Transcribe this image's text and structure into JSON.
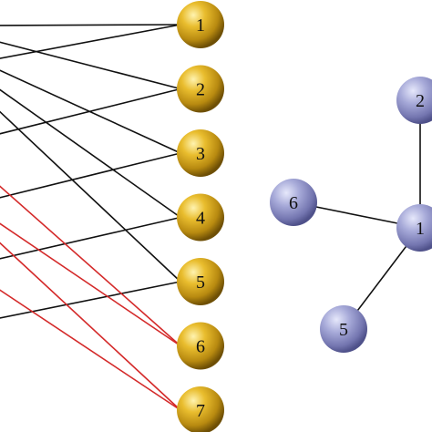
{
  "bipartite": {
    "node_labels": [
      "1",
      "2",
      "3",
      "4",
      "5",
      "6",
      "7"
    ],
    "node_fill": "#d7a51f",
    "edge_black": "#111111",
    "edge_red": "#d42a2a"
  },
  "graph": {
    "node_labels": [
      "2",
      "6",
      "1",
      "5"
    ],
    "node_fill": "#9a9cc9",
    "edge_color": "#111111",
    "edges": [
      [
        "6",
        "1"
      ],
      [
        "2",
        "1"
      ],
      [
        "5",
        "1"
      ]
    ]
  }
}
